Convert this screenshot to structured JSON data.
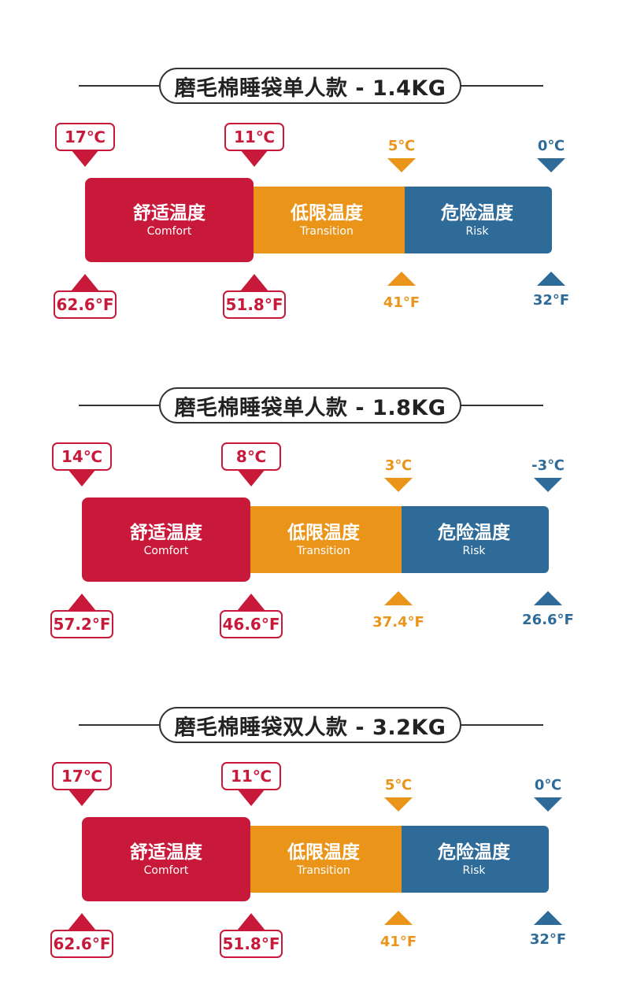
{
  "sections": [
    {
      "title": "磨毛棉睡袋单人款 - 1.4KG",
      "comfort_zh": "舒适温度",
      "comfort_en": "Comfort",
      "transition_zh": "低限温度",
      "transition_en": "Transition",
      "risk_zh": "危险温度",
      "risk_en": "Risk",
      "c_comfort": "17℃",
      "c_limit": "11℃",
      "c_transition": "5℃",
      "c_risk": "0℃",
      "f_comfort": "62.6°F",
      "f_limit": "51.8°F",
      "f_transition": "41°F",
      "f_risk": "32°F"
    },
    {
      "title": "磨毛棉睡袋单人款 - 1.8KG",
      "comfort_zh": "舒适温度",
      "comfort_en": "Comfort",
      "transition_zh": "低限温度",
      "transition_en": "Transition",
      "risk_zh": "危险温度",
      "risk_en": "Risk",
      "c_comfort": "14℃",
      "c_limit": "8℃",
      "c_transition": "3℃",
      "c_risk": "-3℃",
      "f_comfort": "57.2°F",
      "f_limit": "46.6°F",
      "f_transition": "37.4°F",
      "f_risk": "26.6°F"
    },
    {
      "title": "磨毛棉睡袋双人款 - 3.2KG",
      "comfort_zh": "舒适温度",
      "comfort_en": "Comfort",
      "transition_zh": "低限温度",
      "transition_en": "Transition",
      "risk_zh": "危险温度",
      "risk_en": "Risk",
      "c_comfort": "17℃",
      "c_limit": "11℃",
      "c_transition": "5℃",
      "c_risk": "0℃",
      "f_comfort": "62.6°F",
      "f_limit": "51.8°F",
      "f_transition": "41°F",
      "f_risk": "32°F"
    }
  ],
  "colors": {
    "comfort": "#c8193a",
    "transition": "#ea9419",
    "risk": "#2f6b99",
    "text_dark": "#222222"
  }
}
